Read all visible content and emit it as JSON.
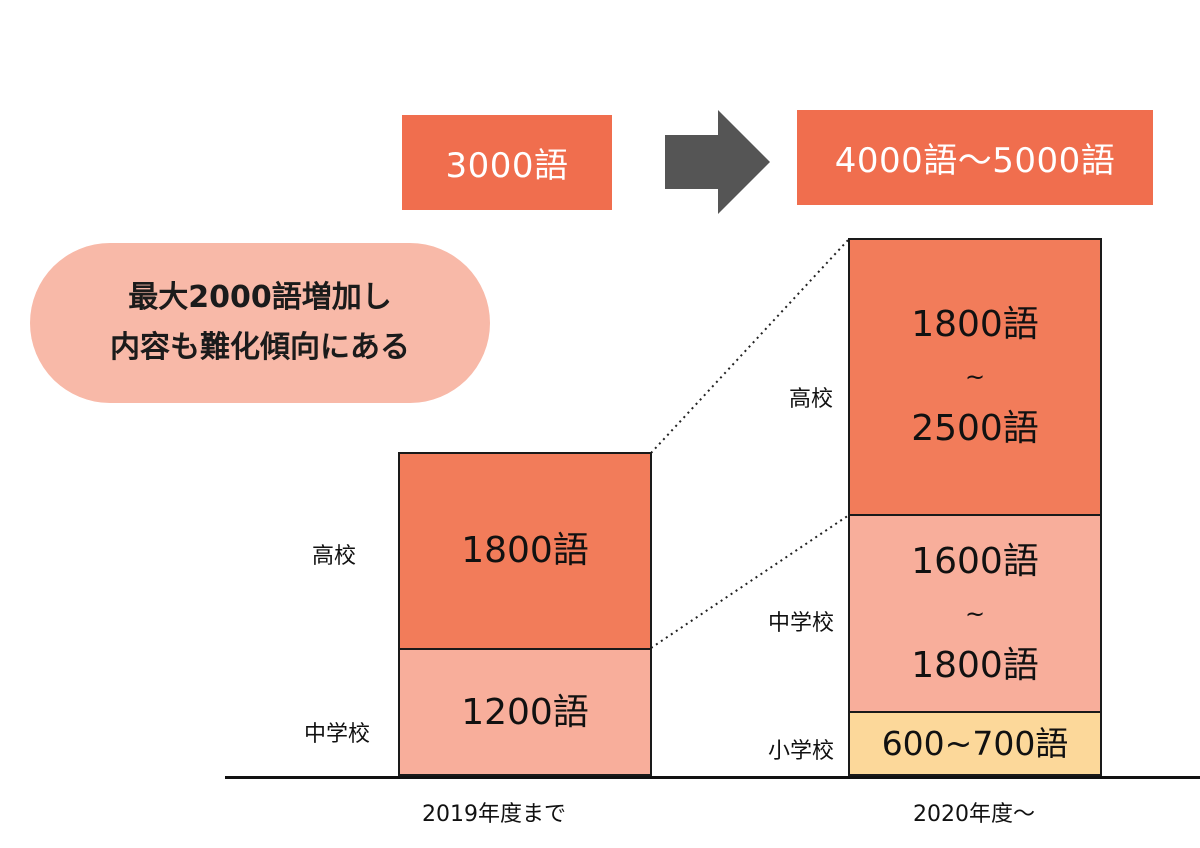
{
  "colors": {
    "total_box": "#f06e4e",
    "pill": "#f8b9a8",
    "high_school": "#f27c5a",
    "middle_school": "#f8ae9b",
    "elementary": "#fcd89a",
    "arrow": "#555555"
  },
  "totals": {
    "before": "3000語",
    "after": "4000語〜5000語"
  },
  "note": {
    "line1": "最大2000語増加し",
    "line2": "内容も難化傾向にある"
  },
  "bars": {
    "before": {
      "label": "2019年度まで",
      "high_school": {
        "category": "高校",
        "value": "1800語"
      },
      "middle_school": {
        "category": "中学校",
        "value": "1200語"
      }
    },
    "after": {
      "label": "2020年度〜",
      "high_school": {
        "category": "高校",
        "value_from": "1800語",
        "tilde": "~",
        "value_to": "2500語"
      },
      "middle_school": {
        "category": "中学校",
        "value_from": "1600語",
        "tilde": "~",
        "value_to": "1800語"
      },
      "elementary": {
        "category": "小学校",
        "value": "600~700語"
      }
    }
  }
}
